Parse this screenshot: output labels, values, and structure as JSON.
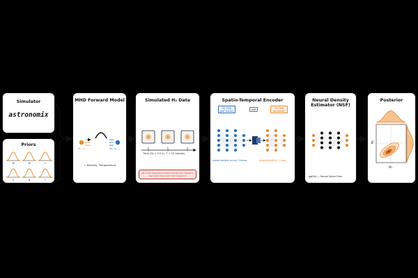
{
  "left": {
    "simulator_title": "Simulator",
    "simulator_logo": "astronomix",
    "priors_title": "Priors",
    "prior_params": [
      "M",
      "M",
      "v",
      "v",
      "φ",
      "i",
      "α"
    ]
  },
  "mhd": {
    "title": "MHD Forward Model",
    "left_label": "M₁, v₁, ...",
    "right_label": "M₂, v₂, ...",
    "caption": "= Density, Temperature"
  },
  "simdata": {
    "title": "Simulated H₂ Data",
    "time_ticks": [
      "t₁",
      "t₂",
      "t₃"
    ],
    "time_caption": "Time  (Δt = 0.5 yr,   T = 10 frames)",
    "noise_note_line1": "Nₘ noise resampled independently per snapshot",
    "noise_note_line2": "new noise draw each training epoch"
  },
  "encoder": {
    "title": "Spatio-Temporal Encoder",
    "cnn2d_line1": "2D CNN",
    "cnn2d_line2": "(per frame)",
    "gap": "GAP",
    "cnn1d_line1": "1D CNN",
    "cnn1d_line2": "(temporal)",
    "shared_caption": "shared weights across T frames",
    "pool_caption": "AdaptiveAvgPool + head"
  },
  "nde": {
    "title_line1": "Neural Density",
    "title_line2": "Estimator (NSF)",
    "caption": "qφ(θ|s) — Neural Spline Flow"
  },
  "posterior": {
    "title": "Posterior",
    "xlabel": "M₁",
    "ylabel": "M₂"
  },
  "colors": {
    "orange": "#e8892b",
    "blue": "#2d6fb5",
    "black": "#111111",
    "red": "#c0392b",
    "navy": "#1d3d6e"
  }
}
